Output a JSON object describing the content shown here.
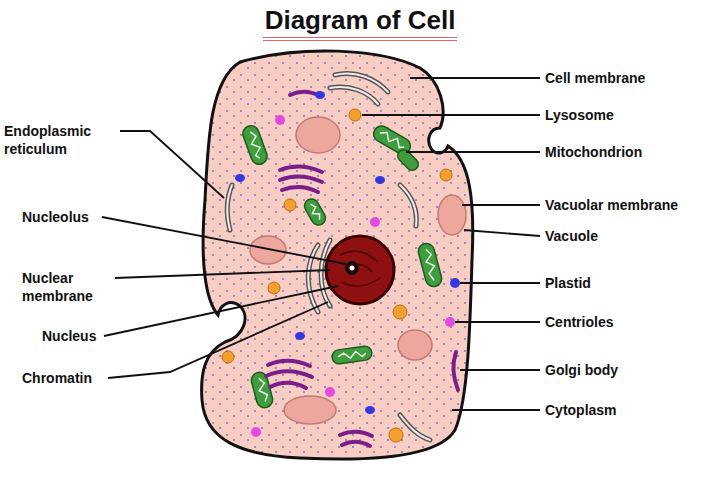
{
  "diagram": {
    "title": "Diagram of Cell",
    "labels": [
      "Endoplasmic reticulum",
      "Nucleolus",
      "Nuclear membrane",
      "Nucleus",
      "Chromatin",
      "Cell membrane",
      "Lysosome",
      "Mitochondrion",
      "Vacuolar membrane",
      "Vacuole",
      "Plastid",
      "Centrioles",
      "Golgi body",
      "Cytoplasm"
    ]
  }
}
